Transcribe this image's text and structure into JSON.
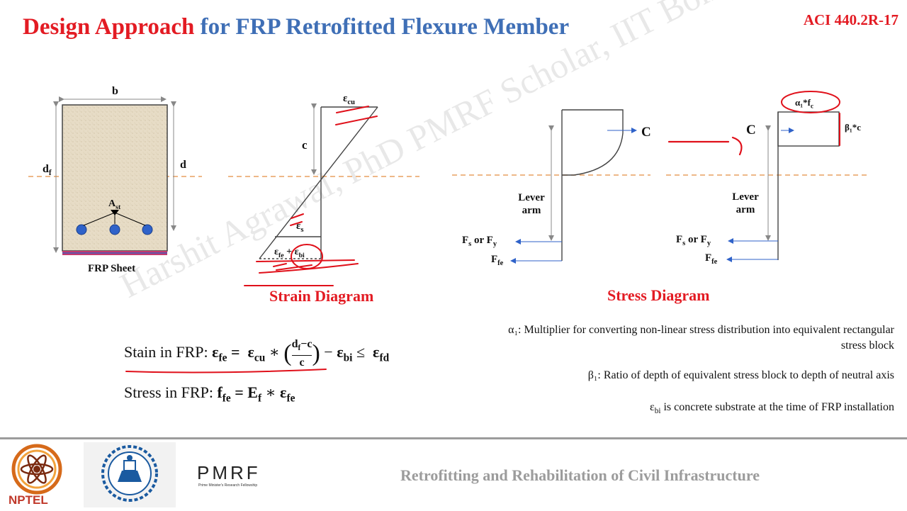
{
  "header": {
    "title_red": "Design Approach",
    "title_blue": "for FRP Retrofitted Flexure Member",
    "code": "ACI 440.2R-17"
  },
  "section": {
    "b": "b",
    "d": "d",
    "d_f": "d",
    "d_f_sub": "f",
    "a_st": "A",
    "a_st_sub": "st",
    "frp_sheet": "FRP Sheet"
  },
  "strain": {
    "eps_cu": "ε",
    "eps_cu_sub": "cu",
    "c": "c",
    "eps_s": "ε",
    "eps_s_sub": "s",
    "eps_fe": "ε",
    "eps_fe_sub": "fe",
    "plus": "+",
    "eps_bi": "ε",
    "eps_bi_sub": "bi",
    "caption": "Strain Diagram"
  },
  "stress": {
    "C": "C",
    "lever_arm": "Lever arm",
    "fs_or_fy": "F",
    "fs_sub": "s",
    "or": "or",
    "fy": "F",
    "fy_sub": "y",
    "ffe": "F",
    "ffe_sub": "fe",
    "alpha_label": "α₁*f",
    "alpha_sub": "c",
    "beta_label": "β₁*c",
    "caption": "Stress Diagram"
  },
  "equations": {
    "strain_prefix": "Stain in FRP:",
    "stress_prefix": "Stress in FRP:"
  },
  "definitions": {
    "alpha": "α₁: Multiplier for converting non-linear stress distribution into equivalent rectangular stress block",
    "beta": "β₁: Ratio of depth of equivalent stress block to depth of neutral axis",
    "eps_bi": "is concrete substrate at the time of FRP installation",
    "eps_bi_sym": "ε",
    "eps_bi_sub": "bi"
  },
  "footer": {
    "text": "Retrofitting and Rehabilitation of Civil Infrastructure",
    "nptel": "NPTEL",
    "pmrf": "PMRF",
    "pmrf_sub": "Prime Minister's Research Fellowship"
  },
  "watermark": "Harshit Agrawal, PhD PMRF Scholar, IIT Bombay",
  "colors": {
    "title_red": "#e31b23",
    "title_blue": "#3f6fb6",
    "ink_red": "#e0101a",
    "dashed_orange": "#e8a060",
    "concrete": "#e7dcc6",
    "rebar": "#2f62c9",
    "frp": "#c43a6e"
  }
}
